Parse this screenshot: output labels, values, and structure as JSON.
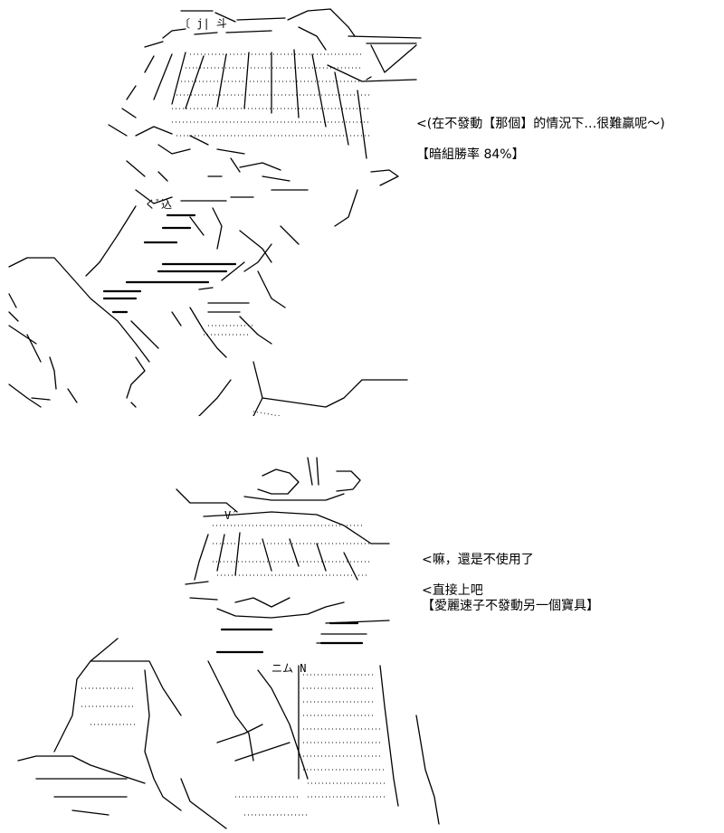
{
  "scene_top": {
    "lines": [
      "<(在不發動【那個】的情況下…很難贏呢～)",
      "【暗組勝率 84%】"
    ]
  },
  "scene_bottom": {
    "lines": [
      "<嘛，還是不使用了",
      "<直接上吧",
      "【愛麗速子不發動另一個寶具】"
    ]
  }
}
